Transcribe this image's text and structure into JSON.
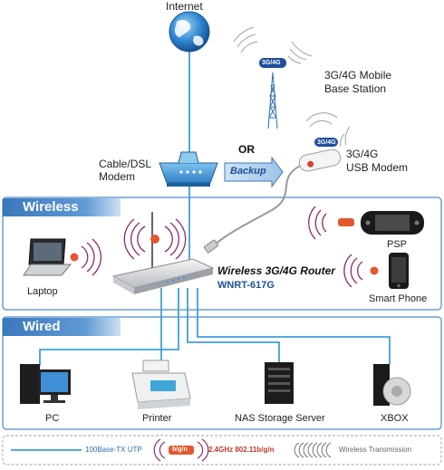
{
  "internet": {
    "label": "Internet"
  },
  "base_station": {
    "label_line1": "3G/4G Mobile",
    "label_line2": "Base Station",
    "badge": "3G/4G"
  },
  "modem": {
    "label_line1": "Cable/DSL",
    "label_line2": "Modem"
  },
  "or_backup": {
    "or": "OR",
    "backup": "Backup"
  },
  "usb_modem": {
    "label_line1": "3G/4G",
    "label_line2": "USB Modem",
    "badge": "3G/4G"
  },
  "wireless_section": {
    "title": "Wireless"
  },
  "wired_section": {
    "title": "Wired"
  },
  "router": {
    "title": "Wireless 3G/4G Router",
    "model": "WNRT-617G"
  },
  "wireless_devices": {
    "laptop": "Laptop",
    "psp": "PSP",
    "smartphone": "Smart Phone"
  },
  "wired_devices": {
    "pc": "PC",
    "printer": "Printer",
    "nas": "NAS Storage Server",
    "xbox": "XBOX"
  },
  "legend": {
    "utp": "100Base-TX UTP",
    "wifi_tag": "b/g/n",
    "wifi": "2.4GHz 802.11b/g/n",
    "transmission": "Wireless Transmission"
  },
  "colors": {
    "cable": "#3da1d9",
    "section_border": "#6a9fd4",
    "section_tab": "#3a78bd",
    "wifi_red": "#c0392b"
  }
}
